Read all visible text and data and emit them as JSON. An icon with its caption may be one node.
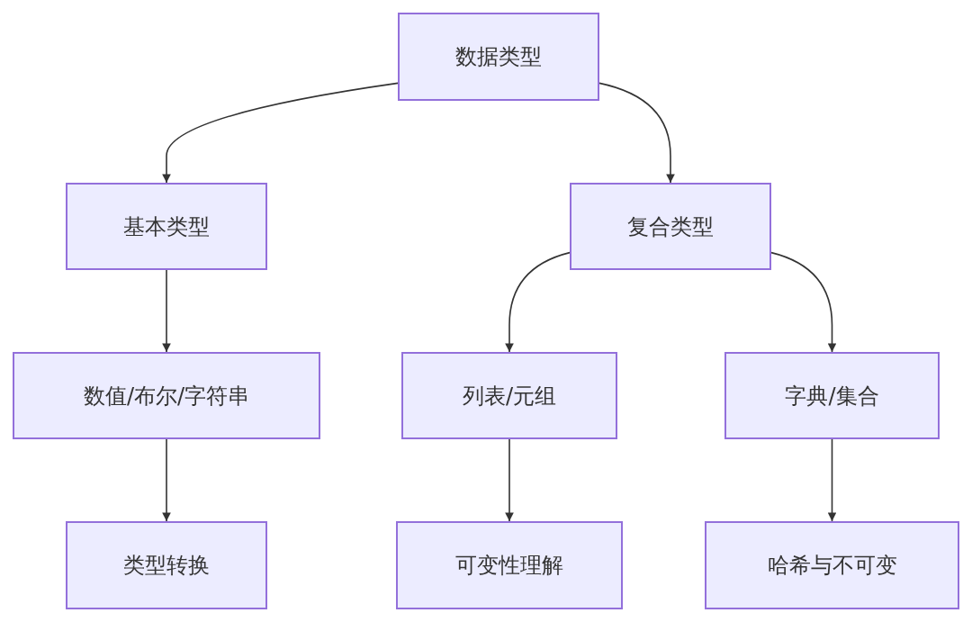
{
  "diagram": {
    "nodes": [
      {
        "text": [
          "数据类型"
        ]
      },
      {
        "text": [
          "基本类型"
        ]
      },
      {
        "text": [
          "复合类型"
        ]
      },
      {
        "text": [
          "数值/布尔/字符串"
        ]
      },
      {
        "text": [
          "列表/元组"
        ]
      },
      {
        "text": [
          "字典/集合"
        ]
      },
      {
        "text": [
          "类型转换"
        ]
      },
      {
        "text": [
          "可变性理解"
        ]
      },
      {
        "text": [
          "哈希与不可变"
        ]
      }
    ],
    "edges": [
      {
        "from": 0,
        "to": 1,
        "arrow": "to"
      },
      {
        "from": 0,
        "to": 2,
        "arrow": "to"
      },
      {
        "from": 1,
        "to": 3,
        "arrow": "to"
      },
      {
        "from": 2,
        "to": 4,
        "arrow": "to"
      },
      {
        "from": 2,
        "to": 5,
        "arrow": "to"
      },
      {
        "from": 3,
        "to": 6,
        "arrow": "to"
      },
      {
        "from": 4,
        "to": 7,
        "arrow": "to"
      },
      {
        "from": 5,
        "to": 8,
        "arrow": "to"
      }
    ]
  }
}
